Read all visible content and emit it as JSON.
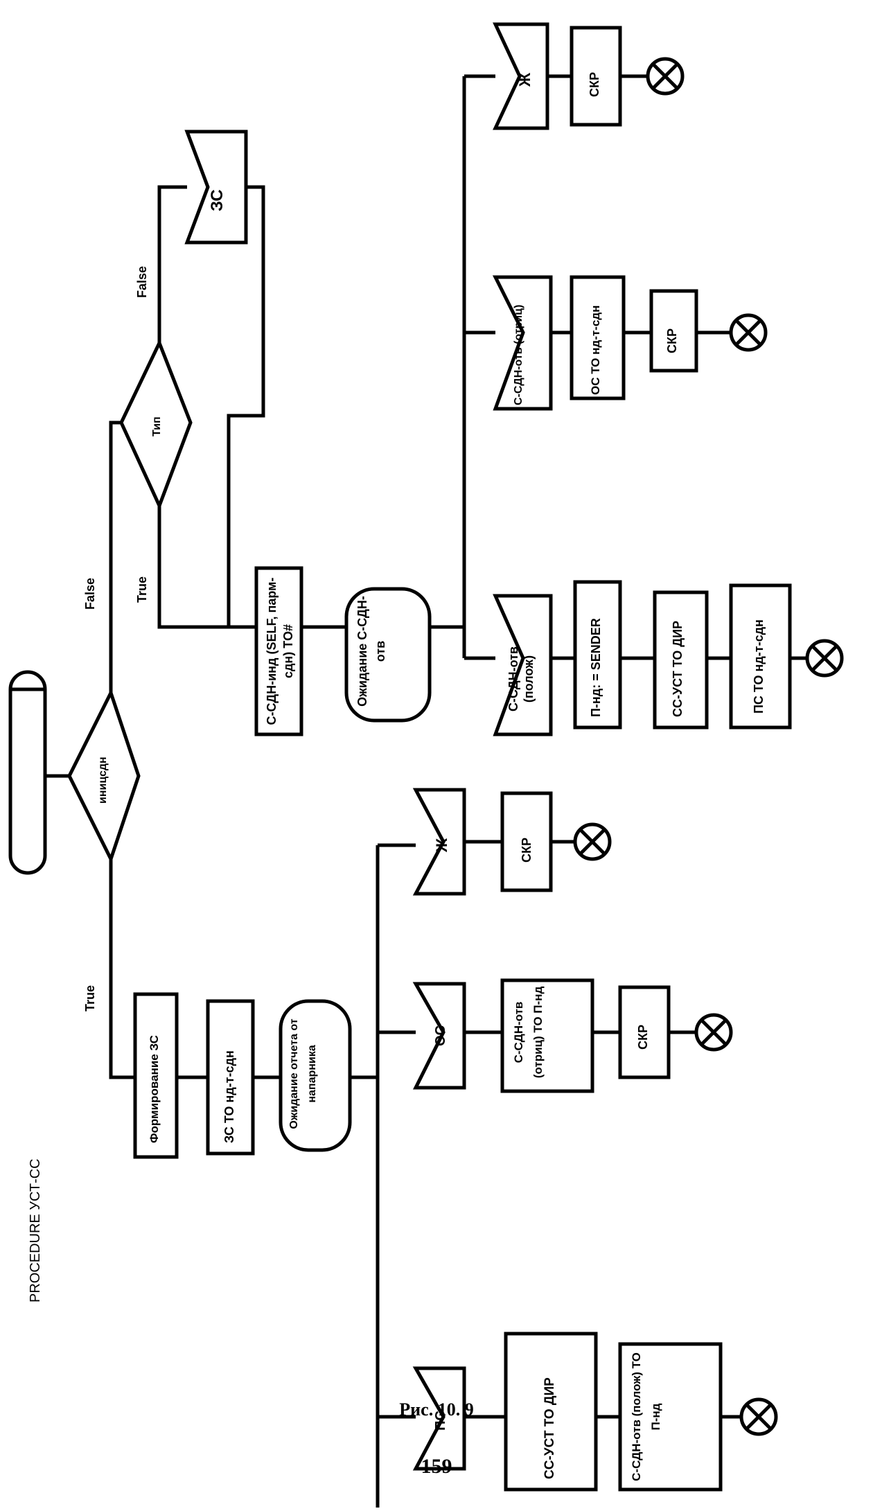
{
  "procedure_title": "PROCEDURE УСТ-СС",
  "caption": "Рис. 10. 9",
  "page_number": "159",
  "branch_labels": {
    "inicsdn_true": "True",
    "inicsdn_false": "False",
    "tip_true": "True",
    "tip_false": "False"
  },
  "nodes": {
    "start": "",
    "dec_inicsdn": "иницсдн",
    "dec_tip": "Тип",
    "sig_zs_top": "ЗС",
    "proc_out_req": "С-СДН-инд (SELF, парм-сдн) TO#",
    "state_wait_resp": "Ожидание С-СДН-отв",
    "in_resp_pos": "С-СДН-отв (полож)",
    "in_resp_neg": "С-СДН-отв (отриц)",
    "in_zh_top": "Ж",
    "task_p_nd": "П-нд: = SENDER",
    "out_ss_ust": "СС-УСТ ТО ДИР",
    "out_ps_top": "ПС ТО нд-т-сдн",
    "out_os_top": "ОС ТО нд-т-сдн",
    "out_skr_tm": "СКР",
    "out_skr_tr": "СКР",
    "task_form_zs": "Формирование ЗС",
    "out_zs": "ЗС ТО нд-т-сдн",
    "state_wait_report": "Ожидание отчета от напарника",
    "in_ps": "ПС",
    "in_os": "ОС",
    "in_zh_bot": "Ж",
    "out_ss_ust_bot": "СС-УСТ ТО ДИР",
    "out_resp_pos_bot": "С-СДН-отв (полож) ТО П-нд",
    "out_resp_neg_bot": "С-СДН-отв (отриц) ТО П-нд",
    "out_skr_bm": "СКР",
    "out_skr_br": "СКР"
  }
}
